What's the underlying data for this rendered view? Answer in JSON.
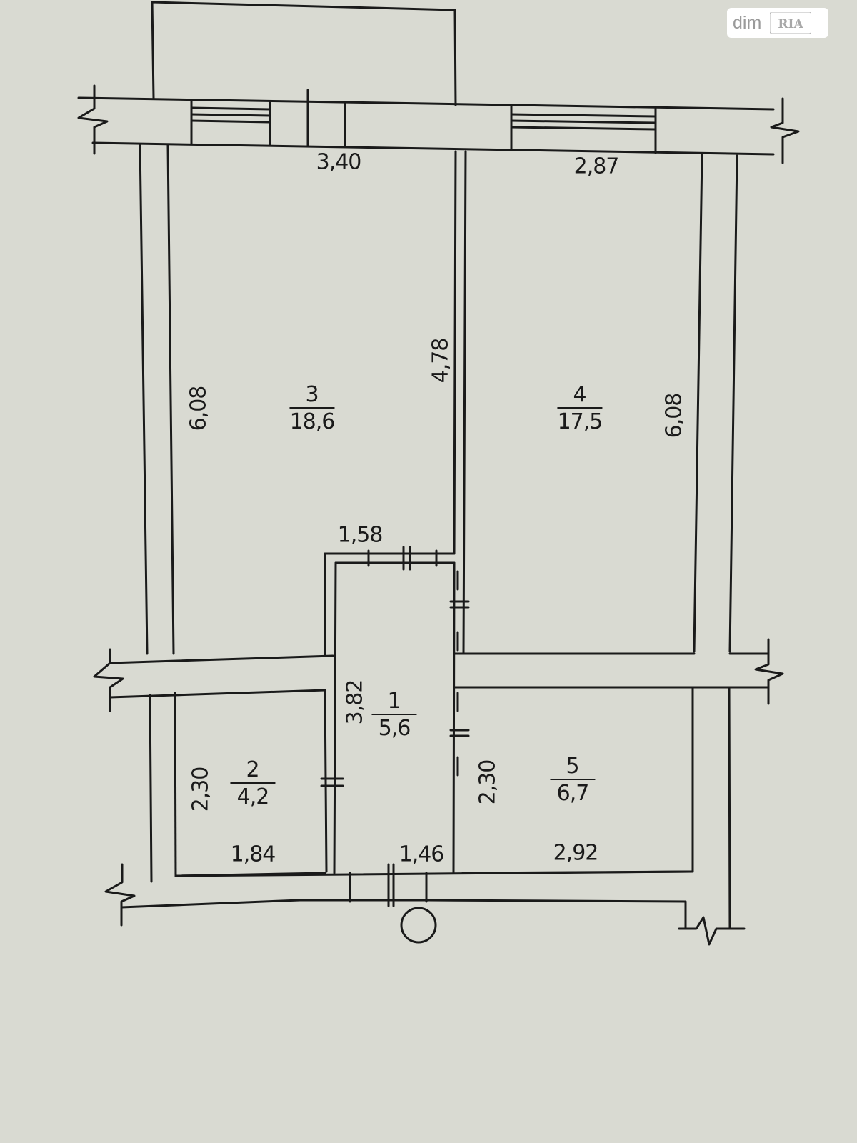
{
  "watermark": {
    "text": "dim",
    "logo_text": "RIA"
  },
  "rooms": [
    {
      "number": "3",
      "area": "18,6"
    },
    {
      "number": "4",
      "area": "17,5"
    },
    {
      "number": "1",
      "area": "5,6"
    },
    {
      "number": "2",
      "area": "4,2"
    },
    {
      "number": "5",
      "area": "6,7"
    }
  ],
  "dimensions": {
    "room3_width": "3,40",
    "room4_width": "2,87",
    "room3_length": "6,08",
    "room4_length": "6,08",
    "room3_inner": "4,78",
    "hall_width": "1,58",
    "hall_length": "3,82",
    "room2_height": "2,30",
    "room5_height": "2,30",
    "room2_width": "1,84",
    "hall_bottom": "1,46",
    "room5_width": "2,92"
  }
}
